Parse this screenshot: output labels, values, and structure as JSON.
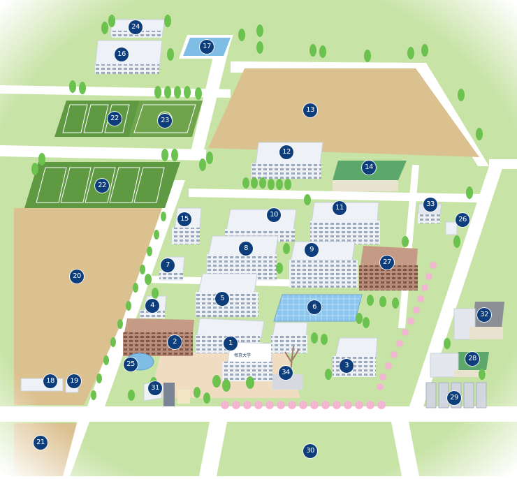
{
  "map": {
    "university_sign": "帝京大学",
    "markers": [
      {
        "id": "marker-1",
        "label": "1"
      },
      {
        "id": "marker-2",
        "label": "2"
      },
      {
        "id": "marker-3",
        "label": "3"
      },
      {
        "id": "marker-4",
        "label": "4"
      },
      {
        "id": "marker-5",
        "label": "5"
      },
      {
        "id": "marker-6",
        "label": "6"
      },
      {
        "id": "marker-7",
        "label": "7"
      },
      {
        "id": "marker-8",
        "label": "8"
      },
      {
        "id": "marker-9",
        "label": "9"
      },
      {
        "id": "marker-10",
        "label": "10"
      },
      {
        "id": "marker-11",
        "label": "11"
      },
      {
        "id": "marker-12",
        "label": "12"
      },
      {
        "id": "marker-13",
        "label": "13"
      },
      {
        "id": "marker-14",
        "label": "14"
      },
      {
        "id": "marker-15",
        "label": "15"
      },
      {
        "id": "marker-16",
        "label": "16"
      },
      {
        "id": "marker-17",
        "label": "17"
      },
      {
        "id": "marker-18",
        "label": "18"
      },
      {
        "id": "marker-19",
        "label": "19"
      },
      {
        "id": "marker-20",
        "label": "20"
      },
      {
        "id": "marker-21",
        "label": "21"
      },
      {
        "id": "marker-22a",
        "label": "22"
      },
      {
        "id": "marker-22b",
        "label": "22"
      },
      {
        "id": "marker-23",
        "label": "23"
      },
      {
        "id": "marker-24",
        "label": "24"
      },
      {
        "id": "marker-25",
        "label": "25"
      },
      {
        "id": "marker-26",
        "label": "26"
      },
      {
        "id": "marker-27",
        "label": "27"
      },
      {
        "id": "marker-28",
        "label": "28"
      },
      {
        "id": "marker-29",
        "label": "29"
      },
      {
        "id": "marker-30",
        "label": "30"
      },
      {
        "id": "marker-31",
        "label": "31"
      },
      {
        "id": "marker-32",
        "label": "32"
      },
      {
        "id": "marker-33",
        "label": "33"
      },
      {
        "id": "marker-34",
        "label": "34"
      }
    ]
  },
  "colors": {
    "grass": "#c8e3a6",
    "road": "#ffffff",
    "field": "#dcc190",
    "building": "#eef1f6",
    "brick": "#b98c7a",
    "tree": "#6cc24e",
    "sakura": "#f2b6d2",
    "pool": "#7fbde6",
    "marker": "#0d3d7a"
  }
}
